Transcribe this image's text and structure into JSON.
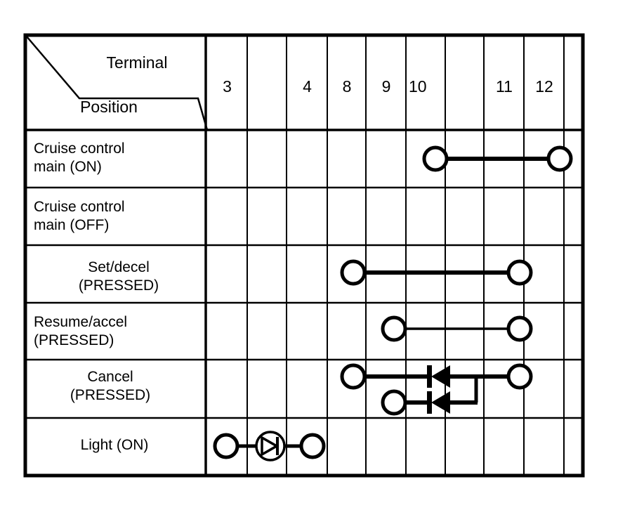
{
  "diagram": {
    "title_parts": {
      "terminal_label": "Terminal",
      "position_label": "Position"
    },
    "colors": {
      "line": "#000000",
      "background": "#ffffff",
      "text": "#000000"
    },
    "columns": [
      {
        "index": 0,
        "label": "3"
      },
      {
        "index": 1,
        "label": ""
      },
      {
        "index": 2,
        "label": "4"
      },
      {
        "index": 3,
        "label": "8"
      },
      {
        "index": 4,
        "label": "9"
      },
      {
        "index": 5,
        "label": "10"
      },
      {
        "index": 6,
        "label": ""
      },
      {
        "index": 7,
        "label": "11"
      },
      {
        "index": 8,
        "label": "12"
      }
    ],
    "rows": [
      {
        "index": 0,
        "label_line1": "Cruise control",
        "label_line2": "main (ON)",
        "align": "left",
        "connections": "terminal 10 to terminal 12"
      },
      {
        "index": 1,
        "label_line1": "Cruise control",
        "label_line2": "main (OFF)",
        "align": "left",
        "connections": "none"
      },
      {
        "index": 2,
        "label_line1": "Set/decel",
        "label_line2": "(PRESSED)",
        "align": "center",
        "connections": "terminal 8 to terminal 11"
      },
      {
        "index": 3,
        "label_line1": "Resume/accel",
        "label_line2": "(PRESSED)",
        "align": "left",
        "connections": "terminal 9 to terminal 11"
      },
      {
        "index": 4,
        "label_line1": "Cancel",
        "label_line2": "(PRESSED)",
        "align": "center",
        "connections": "terminal 8 through diode to terminal 11; terminal 9 through diode to terminal 11"
      },
      {
        "index": 5,
        "label_line1": "Light (ON)",
        "label_line2": "",
        "align": "center",
        "connections": "terminal 3 through indicator lamp to terminal 4"
      }
    ],
    "symbols": {
      "terminal_node": "circle",
      "diode": "diode-left",
      "indicator_lamp": "circled-diode-right"
    }
  }
}
